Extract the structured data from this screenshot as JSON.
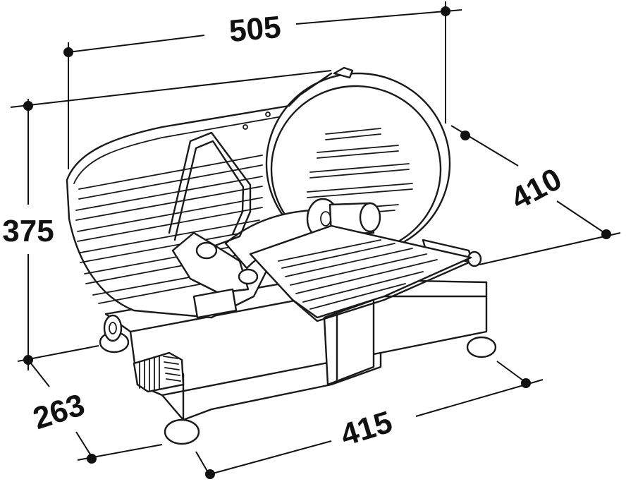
{
  "dimensions": {
    "width_top": "505",
    "depth_right": "410",
    "height_left": "375",
    "depth_base": "263",
    "width_base": "415"
  }
}
